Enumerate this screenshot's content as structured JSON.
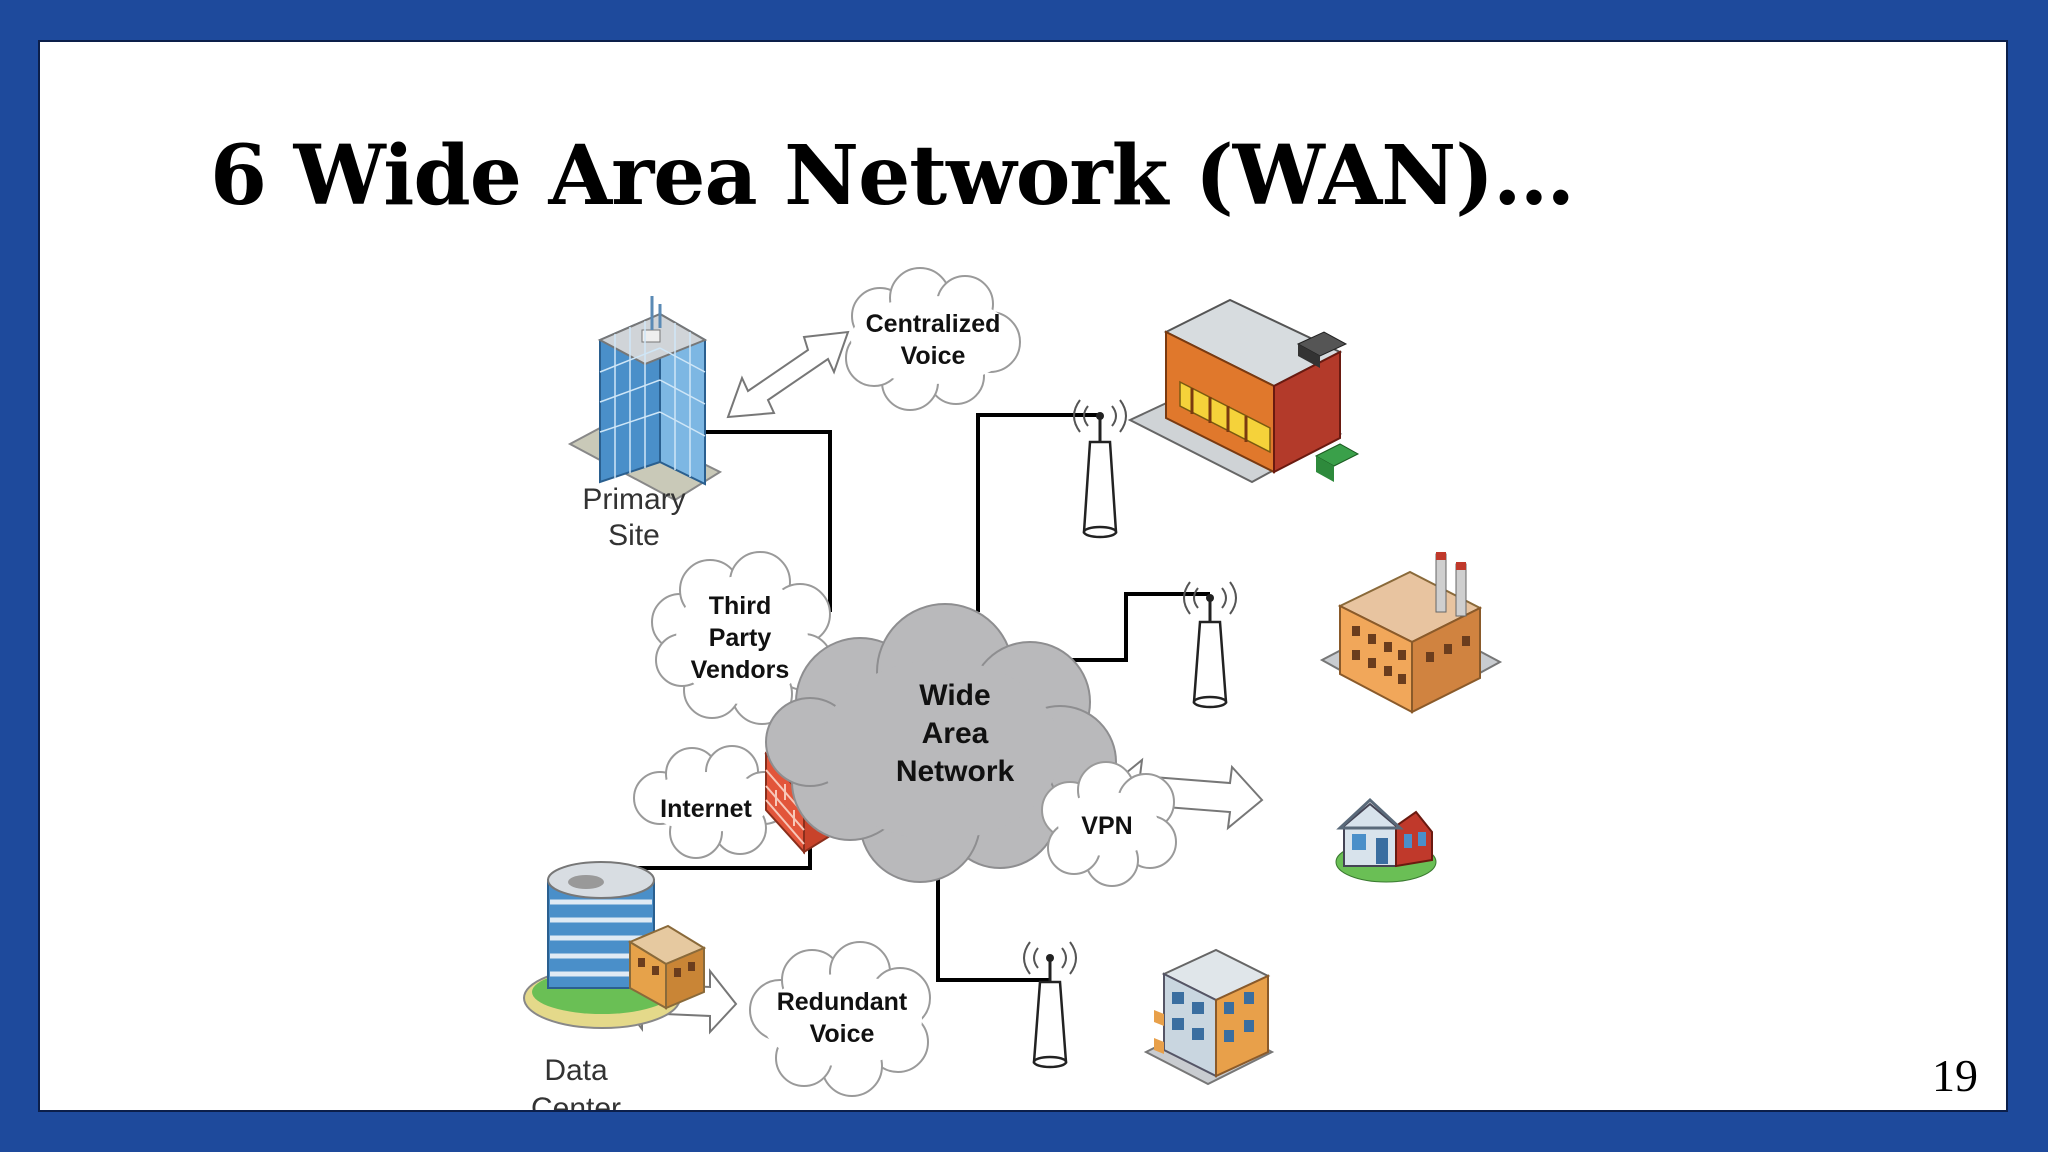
{
  "slide": {
    "title": "6 Wide Area Network (WAN)…",
    "page_number": "19"
  },
  "diagram": {
    "wan_cloud": {
      "lines": [
        "Wide",
        "Area",
        "Network"
      ]
    },
    "clouds": {
      "centralized_voice": {
        "lines": [
          "Centralized",
          "Voice"
        ]
      },
      "third_party_vendors": {
        "lines": [
          "Third",
          "Party",
          "Vendors"
        ]
      },
      "internet": {
        "lines": [
          "Internet"
        ]
      },
      "vpn": {
        "lines": [
          "VPN"
        ]
      },
      "redundant_voice": {
        "lines": [
          "Redundant",
          "Voice"
        ]
      }
    },
    "sites": {
      "primary_site": {
        "lines": [
          "Primary",
          "Site"
        ]
      },
      "data_center": {
        "lines": [
          "Data",
          "Center"
        ]
      }
    },
    "colors": {
      "slide_border": "#1e4a9c",
      "wan_cloud_fill": "#b9b9bb",
      "link_line": "#000000",
      "firewall": "#e2553a",
      "building_glass": "#4a8fc9",
      "brick_red": "#c0392b"
    }
  }
}
